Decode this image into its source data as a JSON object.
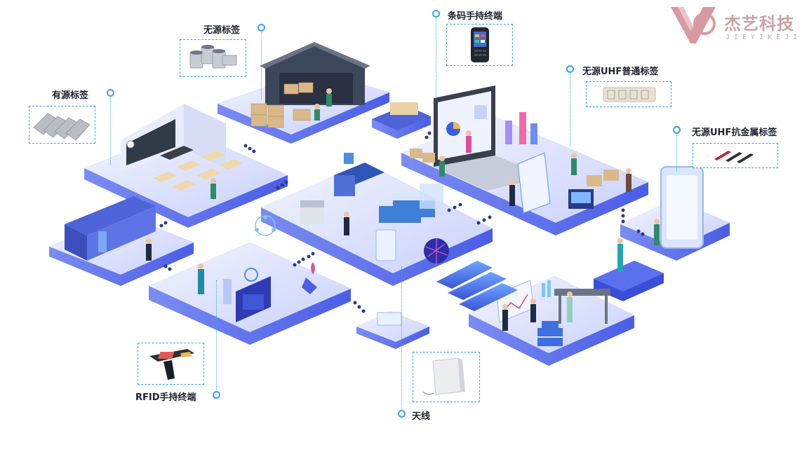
{
  "brand": {
    "name": "杰艺科技",
    "pinyin": "JIEYIKEJI",
    "logo_color": "#d89aa2"
  },
  "callouts": [
    {
      "id": "passive-tag",
      "label": "无源标签"
    },
    {
      "id": "active-tag",
      "label": "有源标签"
    },
    {
      "id": "barcode-handheld",
      "label": "条码手持终端"
    },
    {
      "id": "uhf-normal-tag",
      "label": "无源UHF普通标签"
    },
    {
      "id": "uhf-metal-tag",
      "label": "无源UHF抗金属标签"
    },
    {
      "id": "rfid-handheld",
      "label": "RFID手持终端"
    },
    {
      "id": "antenna",
      "label": "天线"
    }
  ],
  "colors": {
    "accent": "#3aa3ea",
    "platform_top": "#dfe4fb",
    "platform_side": "#5468ea",
    "connector": "#2b3a88"
  }
}
